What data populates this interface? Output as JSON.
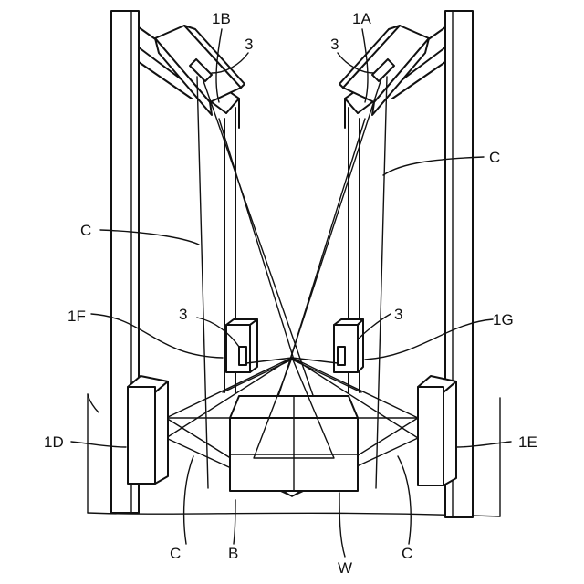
{
  "labels": {
    "camera_top_left": "1B",
    "camera_top_right": "1A",
    "marker_top_left": "3",
    "marker_top_right": "3",
    "cable_right_upper": "C",
    "cable_left_upper": "C",
    "camera_mid_left": "1F",
    "camera_mid_right": "1G",
    "marker_mid_left": "3",
    "marker_mid_right": "3",
    "camera_low_left": "1D",
    "camera_low_right": "1E",
    "cable_left_lower": "C",
    "cable_right_lower": "C",
    "base": "B",
    "workpiece": "W"
  }
}
